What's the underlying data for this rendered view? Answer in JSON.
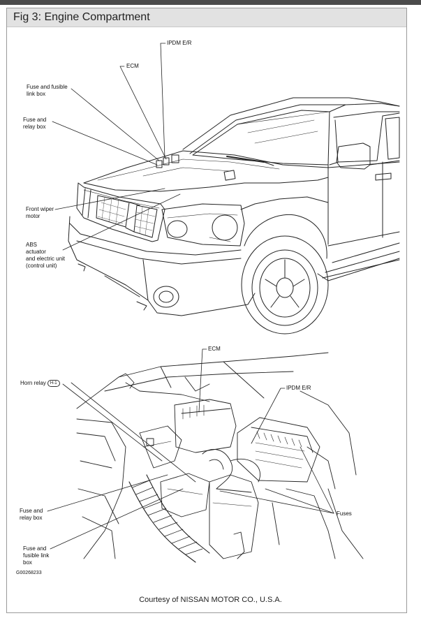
{
  "figure": {
    "title": "Fig 3: Engine Compartment",
    "courtesy": "Courtesy of NISSAN MOTOR CO., U.S.A.",
    "code": "G00268233"
  },
  "upper_labels": {
    "ipdm": "IPDM E/R",
    "ecm": "ECM",
    "fuse_fusible_1": "Fuse and fusible",
    "fuse_fusible_2": "link box",
    "fuse_relay_1": "Fuse and",
    "fuse_relay_2": "relay box",
    "wiper_1": "Front wiper",
    "wiper_2": "motor",
    "abs_1": "ABS",
    "abs_2": "actuator",
    "abs_3": "and electric unit",
    "abs_4": "(control unit)"
  },
  "lower_labels": {
    "ecm": "ECM",
    "ipdm": "IPDM E/R",
    "horn_relay": "Horn relay",
    "horn_badge": "H-1",
    "fuses": "Fuses",
    "fuse_relay_1": "Fuse and",
    "fuse_relay_2": "relay box",
    "fuse_fusible_1": "Fuse and",
    "fuse_fusible_2": "fusible link",
    "fuse_fusible_3": "box"
  },
  "colors": {
    "titlebar_bg": "#e2e2e2",
    "topbar": "#4b4b4b",
    "line": "#222222"
  }
}
